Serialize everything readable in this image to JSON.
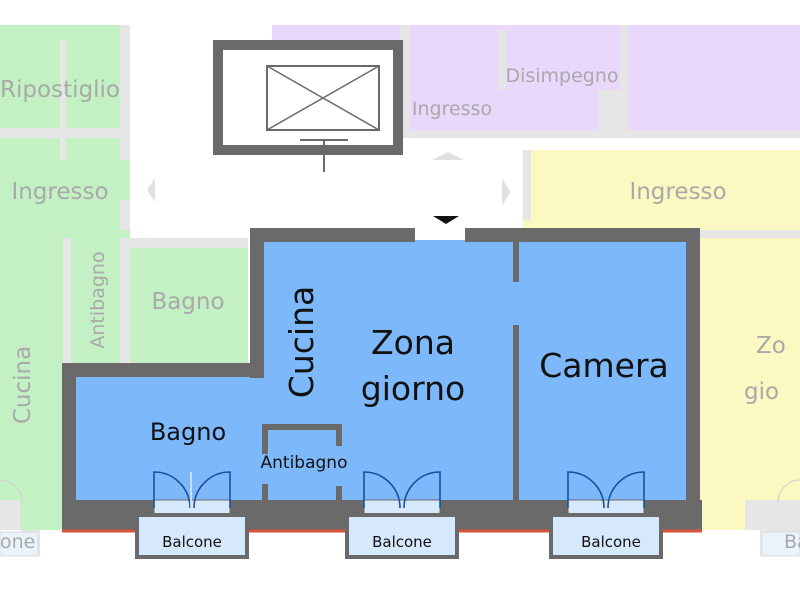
{
  "plan": {
    "colors": {
      "unit_fill": "#7db8fb",
      "wall": "#6a6a6a",
      "left_unit": "#c4f1c4",
      "top_unit": "#e9d8fb",
      "right_unit": "#fbf8c2",
      "balcony": "#d6e8fb",
      "facade_line": "#d9543a"
    },
    "main_rooms": {
      "zona_giorno_line1": "Zona",
      "zona_giorno_line2": "giorno",
      "cucina": "Cucina",
      "camera": "Camera",
      "bagno": "Bagno",
      "antibagno": "Antibagno"
    },
    "balconies": [
      "Balcone",
      "Balcone",
      "Balcone"
    ],
    "neighbors": {
      "ripostiglio": "Ripostiglio",
      "ingresso_left": "Ingresso",
      "bagno_left": "Bagno",
      "antibagno_left": "Antibagno",
      "cucina_left": "Cucina",
      "disimpegno": "Disimpegno",
      "ingresso_top": "Ingresso",
      "ingresso_right": "Ingresso",
      "zona_right_line1": "Zo",
      "zona_right_line2": "gio",
      "balcone_left": "one",
      "balcone_right": "Ba"
    }
  }
}
